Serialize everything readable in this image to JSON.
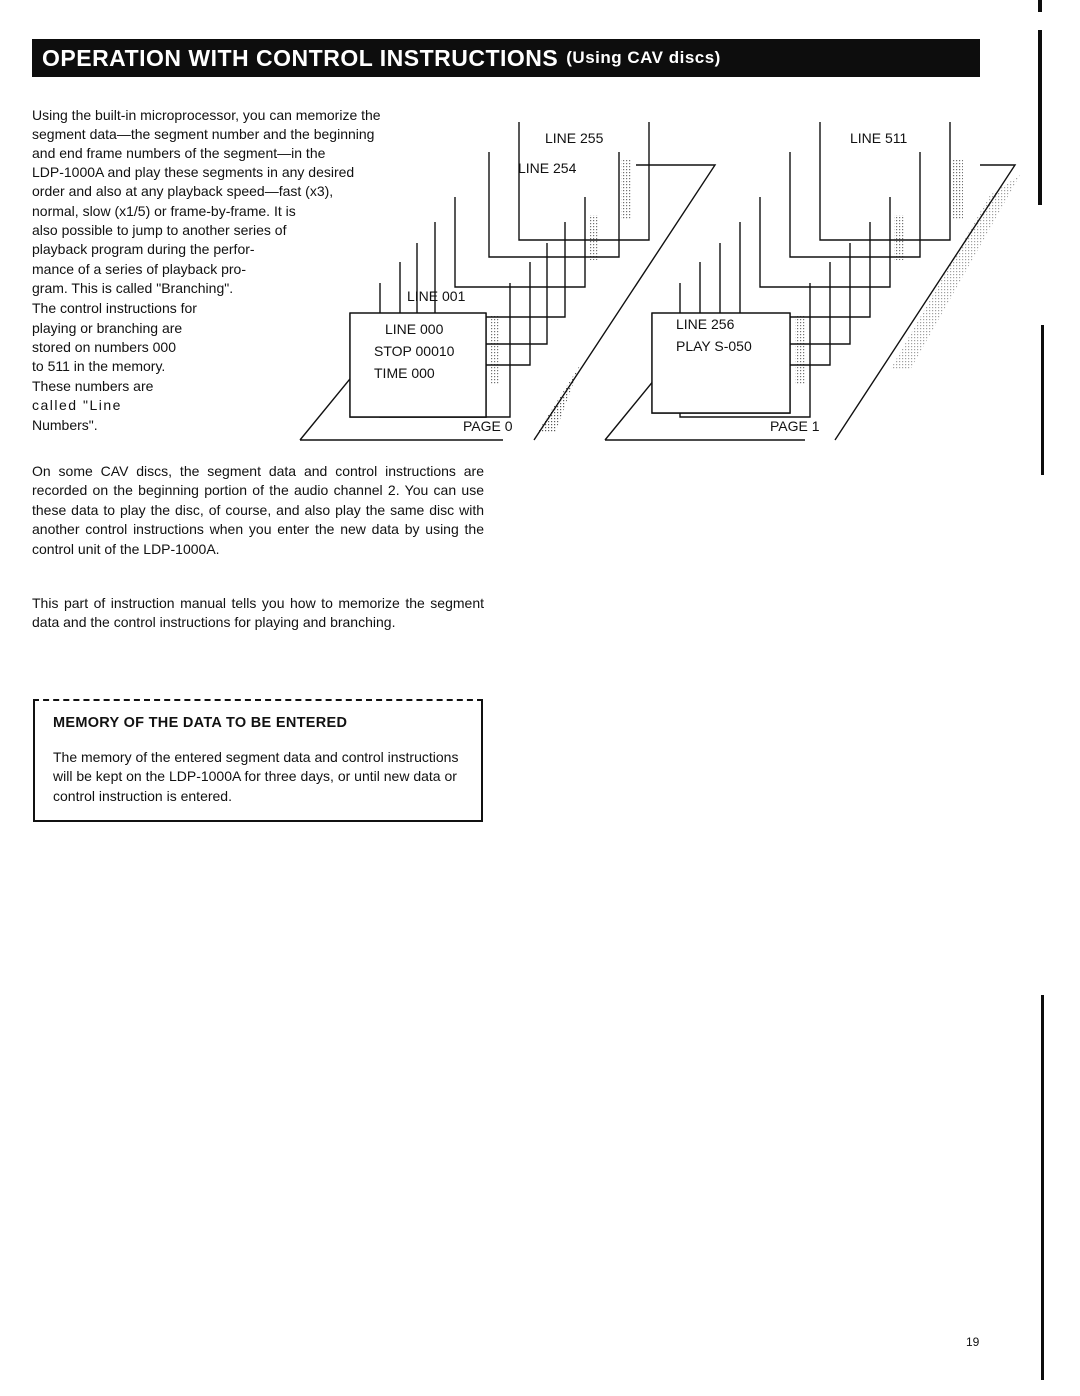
{
  "header": {
    "title": "OPERATION WITH CONTROL INSTRUCTIONS",
    "subtitle": "(Using CAV discs)"
  },
  "intro": {
    "lines": [
      "Using the built-in microprocessor, you can memorize the",
      "segment data—the segment number and the beginning",
      "and end frame numbers of the segment—in the",
      "LDP-1000A and play these segments in any desired",
      "order and also at any playback speed—fast (x3),",
      "normal, slow (x1/5) or frame-by-frame. It is",
      "also possible to jump to another series of",
      "playback program during the perfor-",
      "mance of a series of playback pro-",
      "gram. This is called \"Branching\".",
      "The control instructions for",
      "playing or branching are",
      "stored on numbers 000",
      "to 511 in the memory.",
      "These numbers are",
      "called \"Line",
      "Numbers\"."
    ]
  },
  "diagram": {
    "page0": {
      "label": "PAGE 0",
      "top_label": "LINE 255",
      "second_label": "LINE 254",
      "line001_label": "LINE 001",
      "front_lines": [
        "LINE 000",
        "STOP 00010",
        "TIME 000"
      ]
    },
    "page1": {
      "label": "PAGE 1",
      "top_label": "LINE 511",
      "front_lines": [
        "LINE 256",
        "PLAY S-050"
      ]
    }
  },
  "body": {
    "para1": "On some CAV discs, the segment data and control instructions are recorded on the beginning portion of the audio channel 2. You can use these data to play the disc, of course, and also play the same disc with another control instructions when you enter the new data by using the control unit of the LDP-1000A.",
    "para2": "This part of instruction manual tells you how to memorize the segment data and the control instructions for playing and branching."
  },
  "memory_box": {
    "heading": "MEMORY OF THE DATA TO BE ENTERED",
    "text": "The memory of the entered segment data and control instructions will be kept on the LDP-1000A for three days, or until new data or control instruction is entered."
  },
  "footer": {
    "page_number": "19"
  },
  "colors": {
    "ink": "#111111",
    "bar": "#0d0d0d",
    "paper": "#ffffff"
  }
}
